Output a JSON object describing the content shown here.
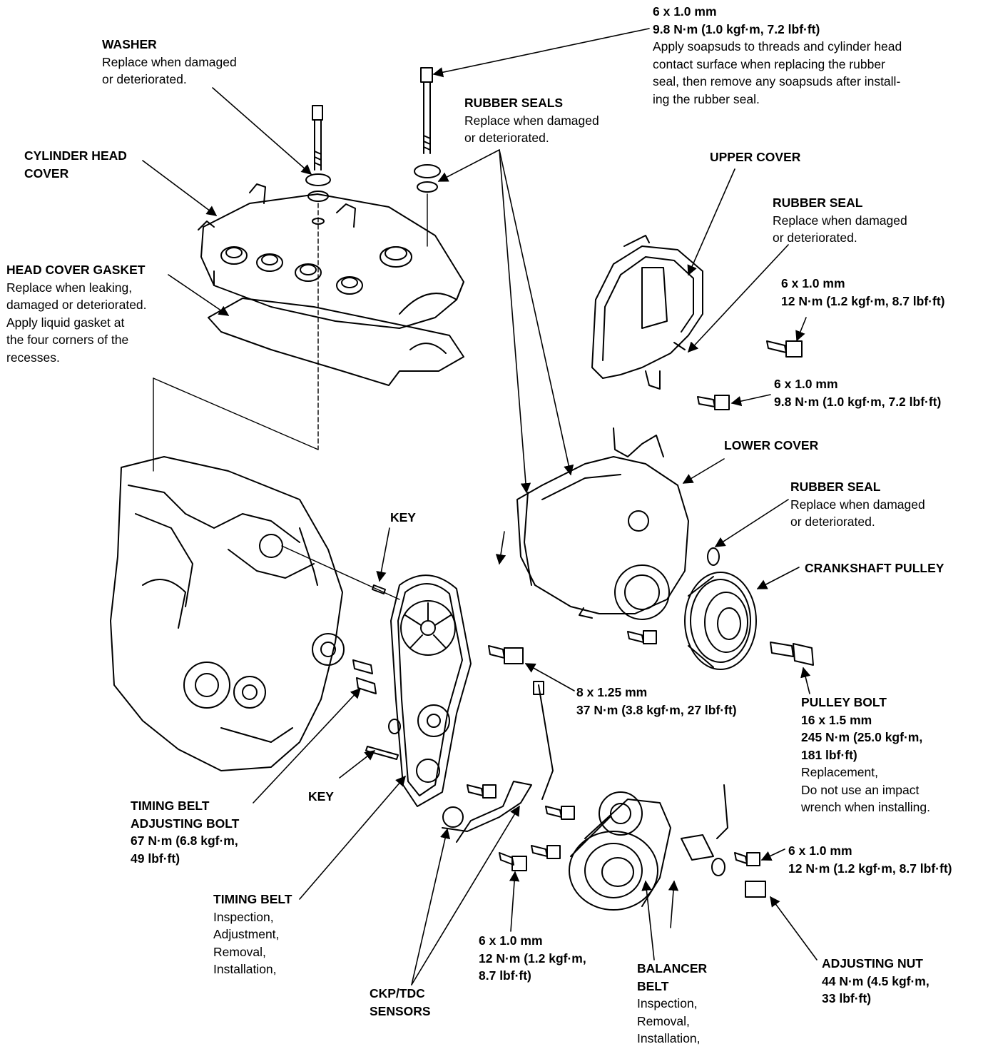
{
  "labels": {
    "washer": {
      "title": "WASHER",
      "lines": [
        "Replace when damaged",
        "or deteriorated."
      ]
    },
    "top_bolt": {
      "bold_lines": [
        "6 x 1.0 mm",
        "9.8 N·m (1.0 kgf·m, 7.2 lbf·ft)"
      ],
      "lines": [
        "Apply soapsuds to threads and cylinder head",
        "contact surface when replacing the rubber",
        "seal, then remove any soapsuds after install-",
        "ing the rubber seal."
      ]
    },
    "rubber_seals": {
      "title": "RUBBER SEALS",
      "lines": [
        "Replace when damaged",
        "or deteriorated."
      ]
    },
    "cylinder_head_cover": {
      "bold_lines": [
        "CYLINDER HEAD",
        "COVER"
      ]
    },
    "upper_cover": {
      "title": "UPPER COVER"
    },
    "rubber_seal_upper": {
      "title": "RUBBER SEAL",
      "lines": [
        "Replace when damaged",
        "or deteriorated."
      ]
    },
    "head_cover_gasket": {
      "title": "HEAD COVER GASKET",
      "lines": [
        "Replace when leaking,",
        "damaged or deteriorated.",
        "Apply liquid gasket at",
        "the four corners of the",
        "recesses."
      ]
    },
    "bolt_upper_cover_a": {
      "bold_lines": [
        "6 x 1.0 mm",
        "12 N·m (1.2 kgf·m, 8.7 lbf·ft)"
      ]
    },
    "bolt_upper_cover_b": {
      "bold_lines": [
        "6 x 1.0 mm",
        "9.8 N·m (1.0 kgf·m, 7.2 lbf·ft)"
      ]
    },
    "lower_cover": {
      "title": "LOWER COVER"
    },
    "rubber_seal_lower": {
      "title": "RUBBER SEAL",
      "lines": [
        "Replace when damaged",
        "or deteriorated."
      ]
    },
    "key_upper": {
      "title": "KEY"
    },
    "crankshaft_pulley": {
      "title": "CRANKSHAFT PULLEY"
    },
    "bolt_8x125": {
      "bold_lines": [
        "8 x 1.25 mm",
        "37 N·m (3.8 kgf·m, 27 lbf·ft)"
      ]
    },
    "pulley_bolt": {
      "bold_lines": [
        "PULLEY BOLT",
        "16 x 1.5 mm",
        "245 N·m (25.0 kgf·m,",
        "181 lbf·ft)"
      ],
      "lines": [
        "Replacement,",
        "Do not use an impact",
        "wrench when installing."
      ]
    },
    "key_lower": {
      "title": "KEY"
    },
    "timing_belt_adjusting_bolt": {
      "bold_lines": [
        "TIMING BELT",
        "ADJUSTING BOLT",
        "67 N·m (6.8 kgf·m,",
        "49 lbf·ft)"
      ]
    },
    "bolt_tensioner": {
      "bold_lines": [
        "6 x 1.0 mm",
        "12 N·m (1.2 kgf·m, 8.7 lbf·ft)"
      ]
    },
    "timing_belt": {
      "title": "TIMING BELT",
      "lines": [
        "Inspection,",
        "Adjustment,",
        "Removal,",
        "Installation,"
      ]
    },
    "bolt_ckp": {
      "bold_lines": [
        "6 x 1.0 mm",
        "12 N·m (1.2 kgf·m,",
        "8.7 lbf·ft)"
      ]
    },
    "balancer_belt": {
      "bold_lines": [
        "BALANCER",
        "BELT"
      ],
      "lines": [
        "Inspection,",
        "Removal,",
        "Installation,"
      ]
    },
    "adjusting_nut": {
      "bold_lines": [
        "ADJUSTING NUT",
        "44 N·m (4.5 kgf·m,",
        "33 lbf·ft)"
      ]
    },
    "ckp_tdc_sensors": {
      "bold_lines": [
        "CKP/TDC",
        "SENSORS"
      ]
    }
  }
}
